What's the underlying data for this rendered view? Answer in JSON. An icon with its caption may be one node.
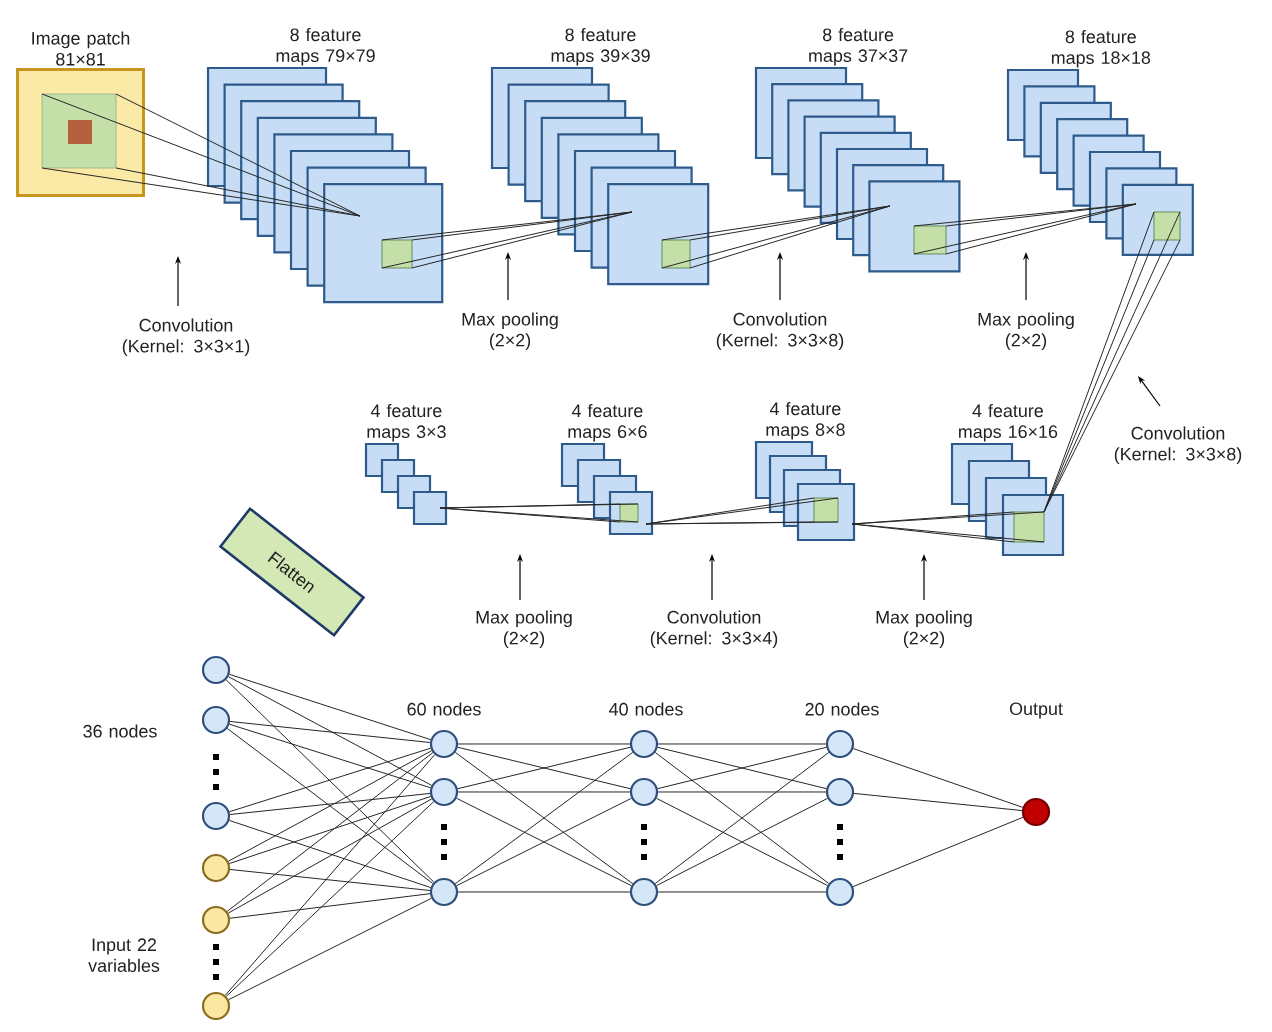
{
  "diagram": {
    "nodes": [
      {
        "text": [
          "Image patch 81×81"
        ]
      },
      {
        "text": [
          "8 feature maps 79×79"
        ]
      },
      {
        "text": [
          "8 feature maps 39×39"
        ]
      },
      {
        "text": [
          "8 feature maps 37×37"
        ]
      },
      {
        "text": [
          "8 feature maps 18×18"
        ]
      },
      {
        "text": [
          "4 feature maps 3×3"
        ]
      },
      {
        "text": [
          "4 feature maps 6×6"
        ]
      },
      {
        "text": [
          "4 feature maps 8×8"
        ]
      },
      {
        "text": [
          "4 feature maps 16×16"
        ]
      },
      {
        "text": [
          "Flatten"
        ]
      },
      {
        "text": [],
        "shape": "circle"
      },
      {
        "text": [],
        "shape": "circle"
      },
      {
        "text": [],
        "shape": "circle"
      },
      {
        "text": [],
        "shape": "circle"
      },
      {
        "text": [],
        "shape": "circle"
      },
      {
        "text": [],
        "shape": "circle"
      },
      {
        "text": [],
        "shape": "circle"
      },
      {
        "text": [],
        "shape": "circle"
      },
      {
        "text": [],
        "shape": "circle"
      },
      {
        "text": [],
        "shape": "circle"
      },
      {
        "text": [],
        "shape": "circle"
      },
      {
        "text": [],
        "shape": "circle"
      },
      {
        "text": [],
        "shape": "circle"
      },
      {
        "text": [],
        "shape": "circle"
      },
      {
        "text": [],
        "shape": "circle"
      },
      {
        "text": [],
        "shape": "circle"
      }
    ],
    "edges": [
      {
        "from": 0,
        "to": 1,
        "arrow": "none"
      },
      {
        "from": 1,
        "to": 2,
        "arrow": "none"
      },
      {
        "from": 2,
        "to": 3,
        "arrow": "none"
      },
      {
        "from": 3,
        "to": 4,
        "arrow": "none"
      },
      {
        "from": 4,
        "to": 8,
        "arrow": "none"
      },
      {
        "from": 8,
        "to": 7,
        "arrow": "none"
      },
      {
        "from": 7,
        "to": 6,
        "arrow": "none"
      },
      {
        "from": 6,
        "to": 5,
        "arrow": "none"
      },
      {
        "from": 10,
        "to": 16,
        "arrow": "none"
      },
      {
        "from": 10,
        "to": 17,
        "arrow": "none"
      },
      {
        "from": 10,
        "to": 18,
        "arrow": "none"
      },
      {
        "from": 11,
        "to": 16,
        "arrow": "none"
      },
      {
        "from": 11,
        "to": 17,
        "arrow": "none"
      },
      {
        "from": 11,
        "to": 18,
        "arrow": "none"
      },
      {
        "from": 12,
        "to": 16,
        "arrow": "none"
      },
      {
        "from": 12,
        "to": 17,
        "arrow": "none"
      },
      {
        "from": 12,
        "to": 18,
        "arrow": "none"
      },
      {
        "from": 13,
        "to": 16,
        "arrow": "none"
      },
      {
        "from": 13,
        "to": 17,
        "arrow": "none"
      },
      {
        "from": 13,
        "to": 18,
        "arrow": "none"
      },
      {
        "from": 14,
        "to": 16,
        "arrow": "none"
      },
      {
        "from": 14,
        "to": 17,
        "arrow": "none"
      },
      {
        "from": 14,
        "to": 18,
        "arrow": "none"
      },
      {
        "from": 15,
        "to": 16,
        "arrow": "none"
      },
      {
        "from": 15,
        "to": 17,
        "arrow": "none"
      },
      {
        "from": 15,
        "to": 18,
        "arrow": "none"
      },
      {
        "from": 16,
        "to": 19,
        "arrow": "none"
      },
      {
        "from": 16,
        "to": 20,
        "arrow": "none"
      },
      {
        "from": 16,
        "to": 21,
        "arrow": "none"
      },
      {
        "from": 17,
        "to": 19,
        "arrow": "none"
      },
      {
        "from": 17,
        "to": 20,
        "arrow": "none"
      },
      {
        "from": 17,
        "to": 21,
        "arrow": "none"
      },
      {
        "from": 18,
        "to": 19,
        "arrow": "none"
      },
      {
        "from": 18,
        "to": 20,
        "arrow": "none"
      },
      {
        "from": 18,
        "to": 21,
        "arrow": "none"
      },
      {
        "from": 19,
        "to": 22,
        "arrow": "none"
      },
      {
        "from": 19,
        "to": 23,
        "arrow": "none"
      },
      {
        "from": 19,
        "to": 24,
        "arrow": "none"
      },
      {
        "from": 20,
        "to": 22,
        "arrow": "none"
      },
      {
        "from": 20,
        "to": 23,
        "arrow": "none"
      },
      {
        "from": 20,
        "to": 24,
        "arrow": "none"
      },
      {
        "from": 21,
        "to": 22,
        "arrow": "none"
      },
      {
        "from": 21,
        "to": 23,
        "arrow": "none"
      },
      {
        "from": 21,
        "to": 24,
        "arrow": "none"
      },
      {
        "from": 22,
        "to": 25,
        "arrow": "none"
      },
      {
        "from": 23,
        "to": 25,
        "arrow": "none"
      },
      {
        "from": 24,
        "to": 25,
        "arrow": "none"
      }
    ],
    "labels": [
      "Convolution (Kernel: 3×3×1)",
      "Max pooling (2×2)",
      "Convolution (Kernel: 3×3×8)",
      "Max pooling (2×2)",
      "Convolution (Kernel: 3×3×8)",
      "Max pooling (2×2)",
      "Convolution (Kernel: 3×3×4)",
      "Max pooling (2×2)",
      "36 nodes",
      "Input 22 variables",
      "60 nodes",
      "40 nodes",
      "20 nodes",
      "Output"
    ]
  }
}
